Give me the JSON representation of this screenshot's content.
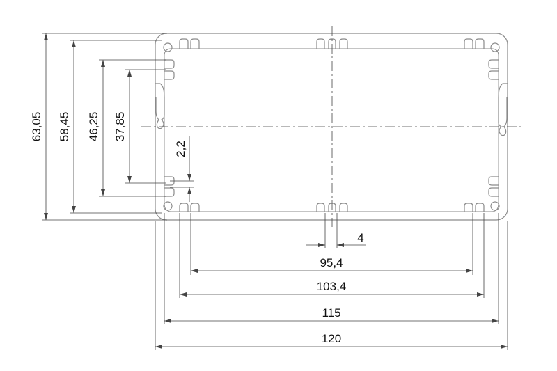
{
  "colors": {
    "profile": "#8a8a8a",
    "dimension": "#444444",
    "centerline": "#444444",
    "text": "#111111",
    "background": "#ffffff"
  },
  "dimensions": {
    "vertical": [
      "63,05",
      "58,45",
      "46,25",
      "37,85",
      "2,2"
    ],
    "horizontal": [
      "4",
      "95,4",
      "103,4",
      "115",
      "120"
    ]
  }
}
